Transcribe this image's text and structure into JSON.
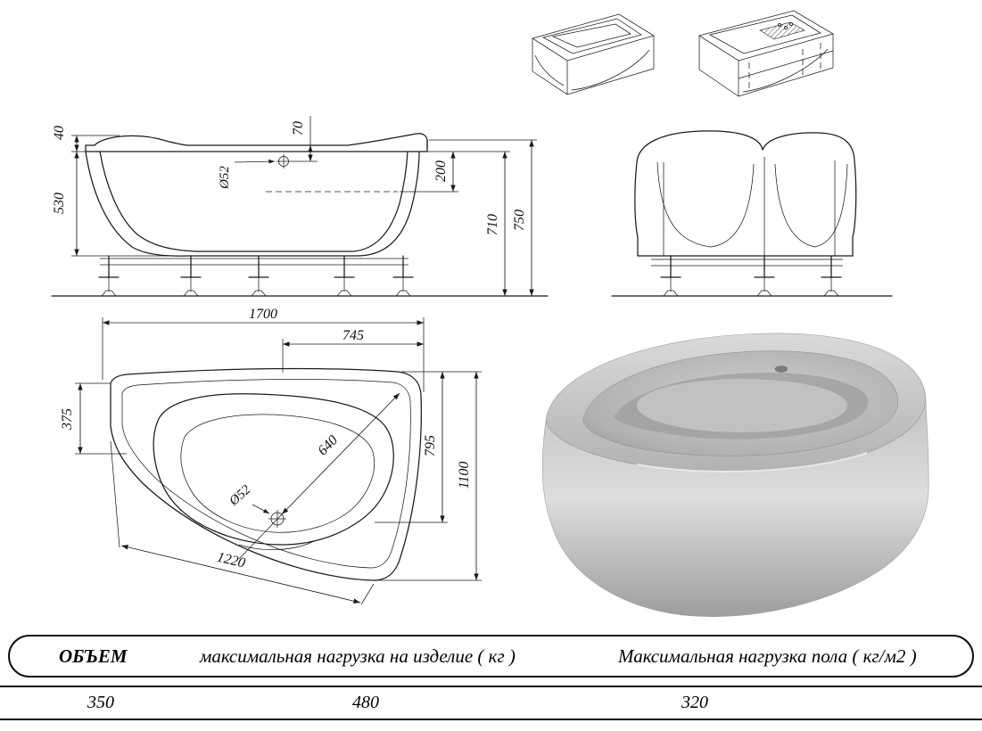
{
  "front_view": {
    "dims": {
      "headrest_rise": "40",
      "shell_depth": "530",
      "overflow_from_rim": "70",
      "overflow_diameter": "Ø52",
      "waterline_depth": "200",
      "rim_underside_height": "710",
      "overall_height": "750"
    }
  },
  "plan_view": {
    "dims": {
      "overall_length": "1700",
      "center_from_right": "745",
      "left_end_width": "375",
      "bowl_extent": "795",
      "overall_width": "1100",
      "drain_diagonal": "640",
      "drain_diameter": "Ø52",
      "front_edge_chord": "1220"
    }
  },
  "spec_table": {
    "headers": {
      "volume": "ОБЪЕМ",
      "max_load_product": "максимальная нагрузка на изделие ( кг )",
      "max_load_floor": "Максимальная нагрузка пола ( кг/м2 )"
    },
    "values": {
      "volume": "350",
      "max_load_product": "480",
      "max_load_floor": "320"
    }
  }
}
